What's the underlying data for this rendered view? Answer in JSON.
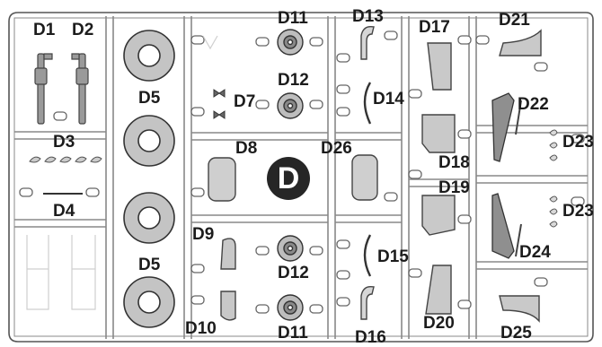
{
  "sprue": {
    "letter": "D",
    "parts": [
      {
        "id": "d1",
        "label": "D1"
      },
      {
        "id": "d2",
        "label": "D2"
      },
      {
        "id": "d3",
        "label": "D3"
      },
      {
        "id": "d4",
        "label": "D4"
      },
      {
        "id": "d5a",
        "label": "D5"
      },
      {
        "id": "d5b",
        "label": "D5"
      },
      {
        "id": "d7",
        "label": "D7"
      },
      {
        "id": "d8",
        "label": "D8"
      },
      {
        "id": "d9",
        "label": "D9"
      },
      {
        "id": "d10",
        "label": "D10"
      },
      {
        "id": "d11a",
        "label": "D11"
      },
      {
        "id": "d11b",
        "label": "D11"
      },
      {
        "id": "d12a",
        "label": "D12"
      },
      {
        "id": "d12b",
        "label": "D12"
      },
      {
        "id": "d13",
        "label": "D13"
      },
      {
        "id": "d14",
        "label": "D14"
      },
      {
        "id": "d15",
        "label": "D15"
      },
      {
        "id": "d16",
        "label": "D16"
      },
      {
        "id": "d17",
        "label": "D17"
      },
      {
        "id": "d18",
        "label": "D18"
      },
      {
        "id": "d19",
        "label": "D19"
      },
      {
        "id": "d20",
        "label": "D20"
      },
      {
        "id": "d21",
        "label": "D21"
      },
      {
        "id": "d22",
        "label": "D22"
      },
      {
        "id": "d23a",
        "label": "D23"
      },
      {
        "id": "d23b",
        "label": "D23"
      },
      {
        "id": "d24",
        "label": "D24"
      },
      {
        "id": "d25",
        "label": "D25"
      },
      {
        "id": "d26",
        "label": "D26"
      }
    ]
  }
}
